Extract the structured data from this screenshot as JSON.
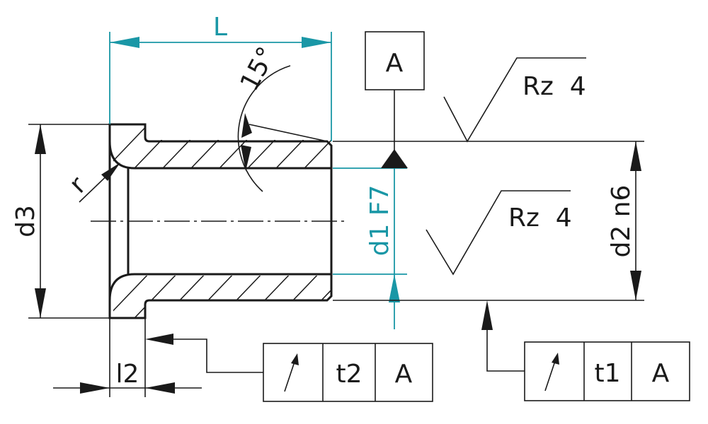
{
  "dimensions": {
    "length": "L",
    "angle": "15°",
    "bore": "d1 F7",
    "outer_diameter": "d2 n6",
    "flange_diameter": "d3",
    "radius": "r",
    "flange_length": "l2"
  },
  "datum": {
    "label": "A"
  },
  "surface_finish": [
    {
      "label": "Rz  4"
    },
    {
      "label": "Rz  4"
    }
  ],
  "runout_frames": [
    {
      "tolerance": "t2",
      "datum": "A"
    },
    {
      "tolerance": "t1",
      "datum": "A"
    }
  ],
  "colors": {
    "dimension": "#1a97a6",
    "outline": "#1a1a1a"
  }
}
